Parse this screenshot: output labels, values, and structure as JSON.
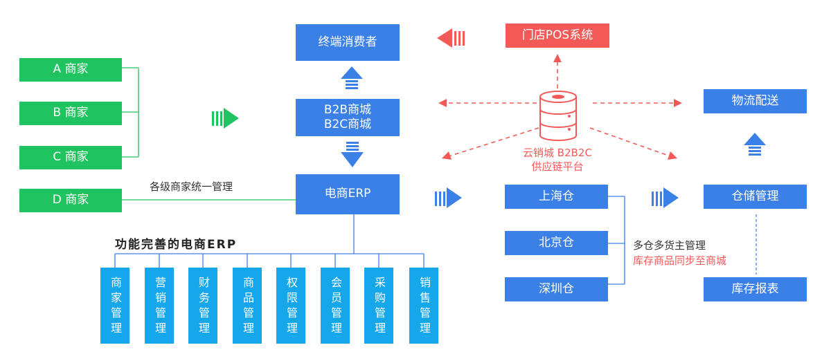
{
  "merchants": [
    "A 商家",
    "B 商家",
    "C 商家",
    "D 商家"
  ],
  "merchant_note": "各级商家统一管理",
  "consumer": "终端消费者",
  "mall": {
    "line1": "B2B商城",
    "line2": "B2C商城"
  },
  "erp": "电商ERP",
  "erp_heading": "功能完善的电商ERP",
  "modules": [
    "商家管理",
    "营销管理",
    "财务管理",
    "商品管理",
    "权限管理",
    "会员管理",
    "采购管理",
    "销售管理"
  ],
  "pos": "门店POS系统",
  "cloud": {
    "line1": "云销城  B2B2C",
    "line2": "供应链平台"
  },
  "logistics": "物流配送",
  "warehouses": [
    "上海仓",
    "北京仓",
    "深圳仓"
  ],
  "warehouse_note": {
    "line1": "多仓多货主管理",
    "line2": "库存商品同步至商城"
  },
  "warehouse_mgmt": "仓储管理",
  "inventory_report": "库存报表",
  "colors": {
    "blue": "#3b80e6",
    "green": "#1fc35f",
    "red": "#f25a57",
    "cyan": "#16a6ea"
  }
}
